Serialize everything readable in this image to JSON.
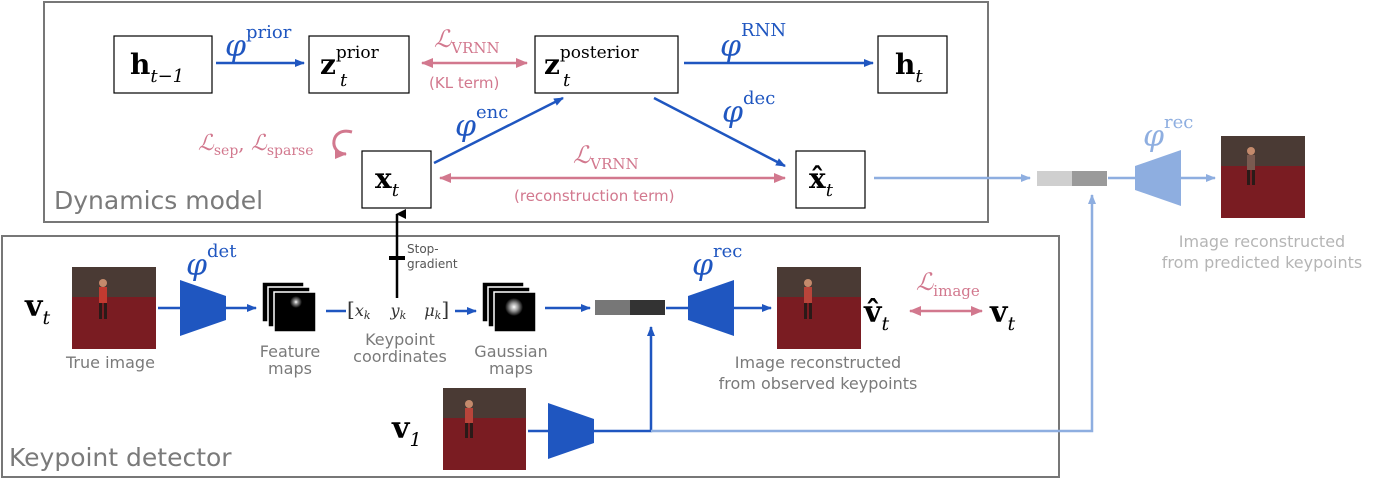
{
  "dynamics": {
    "title": "Dynamics model",
    "h_prev": {
      "base": "h",
      "sub": "t−1"
    },
    "z_prior": {
      "base": "z",
      "sup": "prior",
      "sub": "t"
    },
    "z_post": {
      "base": "z",
      "sup": "posterior",
      "sub": "t"
    },
    "h_t": {
      "base": "h",
      "sub": "t"
    },
    "x_t": {
      "base": "x",
      "sub": "t"
    },
    "xhat_t": {
      "base": "x̂",
      "sub": "t"
    },
    "phi_prior": {
      "base": "φ",
      "sup": "prior"
    },
    "phi_rnn": {
      "base": "φ",
      "sup": "RNN"
    },
    "phi_enc": {
      "base": "φ",
      "sup": "enc"
    },
    "phi_dec": {
      "base": "φ",
      "sup": "dec"
    },
    "loss_vrnn_kl": {
      "base": "ℒ",
      "sub": "VRNN",
      "note": "(KL term)"
    },
    "loss_vrnn_rec": {
      "base": "ℒ",
      "sub": "VRNN",
      "note": "(reconstruction term)"
    },
    "loss_sep": {
      "text1": "ℒ",
      "sub1": "sep",
      "comma": ", ",
      "text2": "ℒ",
      "sub2": "sparse"
    }
  },
  "keypoint": {
    "title": "Keypoint detector",
    "v_t_left": {
      "base": "v",
      "sub": "t"
    },
    "true_image": "True image",
    "phi_det": {
      "base": "φ",
      "sup": "det"
    },
    "feature_maps": [
      "Feature",
      "maps"
    ],
    "coords_math": {
      "x": "x",
      "xk": "k",
      "y": "y",
      "yk": "k",
      "mu": "μ",
      "muk": "k"
    },
    "keypoint_coords": [
      "Keypoint",
      "coordinates"
    ],
    "stop_gradient": [
      "Stop-",
      "gradient"
    ],
    "gaussian_maps": [
      "Gaussian",
      "maps"
    ],
    "phi_rec": {
      "base": "φ",
      "sup": "rec"
    },
    "vhat_t": {
      "base": "v̂",
      "sub": "t"
    },
    "loss_image": {
      "base": "ℒ",
      "sub": "image"
    },
    "v_t_right": {
      "base": "v",
      "sub": "t"
    },
    "recon_observed": [
      "Image  reconstructed",
      "from observed keypoints"
    ],
    "v_1": {
      "base": "v",
      "sub": "1"
    }
  },
  "predicted": {
    "phi_rec": {
      "base": "φ",
      "sup": "rec"
    },
    "recon_predicted": [
      "Image  reconstructed",
      "from predicted keypoints"
    ]
  },
  "colors": {
    "blue": "#1f56c0",
    "pink": "#d2788e",
    "light_blue": "#8eaee0",
    "gray_text": "#7a7a7a",
    "light_gray_text": "#b5b5b5",
    "box_border": "#777777"
  }
}
